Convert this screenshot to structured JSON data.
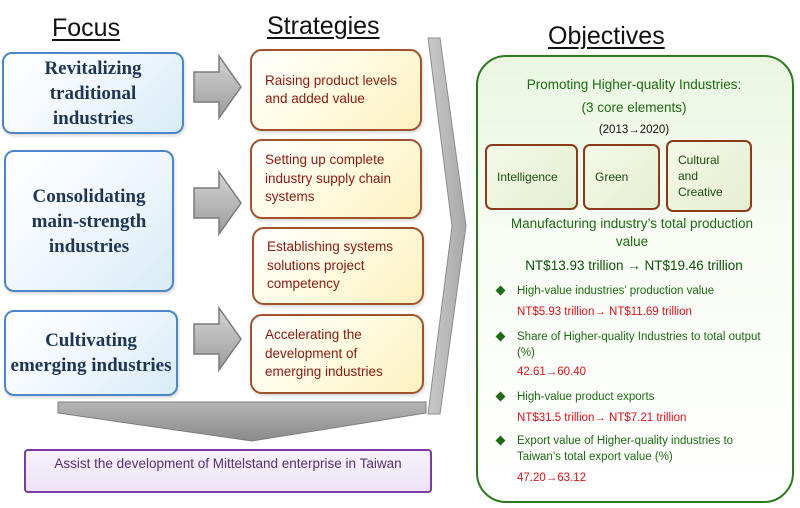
{
  "headers": {
    "focus": "Focus",
    "strategies": "Strategies",
    "objectives": "Objectives"
  },
  "focus": [
    "Revitalizing traditional industries",
    "Consolidating main-strength industries",
    "Cultivating emerging industries"
  ],
  "strategies": [
    "Raising product levels and added value",
    "Setting up complete industry supply chain systems",
    "Establishing systems solutions project competency",
    "Accelerating the development of emerging industries"
  ],
  "mittelstand": "Assist the development of Mittelstand enterprise in Taiwan",
  "objectives": {
    "title": "Promoting Higher-quality Industries:",
    "subtitle": "(3 core elements)",
    "period": "(2013→2020)",
    "core_elements": [
      "Intelligence",
      "Green",
      "Cultural and Creative"
    ],
    "mfg_label": "Manufacturing industry’s total production value",
    "mfg_value": "NT$13.93 trillion → NT$19.46 trillion",
    "items": [
      {
        "label": "High-value industries’ production value",
        "value": "NT$5.93 trillion→ NT$11.69 trillion"
      },
      {
        "label": "Share of Higher-quality Industries to total output (%)",
        "value": "42.61→60.40"
      },
      {
        "label": "High-value product exports",
        "value": "NT$31.5 trillion→ NT$7.21 trillion"
      },
      {
        "label": "Export value of Higher-quality industries to Taiwan’s total export value (%)",
        "value": "47.20→63.12"
      }
    ]
  }
}
